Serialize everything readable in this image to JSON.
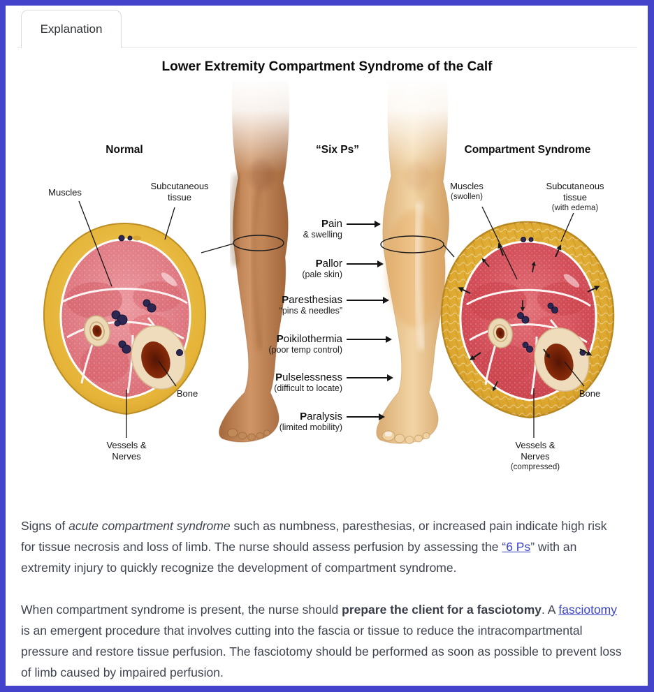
{
  "theme": {
    "frame_color": "#4344cb",
    "link_color": "#3a43c4",
    "body_text_color": "#3e4350"
  },
  "tab": {
    "label": "Explanation"
  },
  "figure": {
    "title": "Lower Extremity Compartment Syndrome of the Calf",
    "sections": {
      "normal": {
        "heading": "Normal",
        "muscles": "Muscles",
        "subcutaneous": "Subcutaneous tissue",
        "bone": "Bone",
        "vessels": "Vessels & Nerves"
      },
      "six_ps": {
        "heading": "“Six Ps”",
        "items": [
          {
            "term": "Pain",
            "detail": "& swelling"
          },
          {
            "term": "Pallor",
            "detail": "(pale skin)"
          },
          {
            "term": "Paresthesias",
            "detail": "“pins & needles”"
          },
          {
            "term": "Poikilothermia",
            "detail": "(poor temp control)"
          },
          {
            "term": "Pulselessness",
            "detail": "(difficult to locate)"
          },
          {
            "term": "Paralysis",
            "detail": "(limited mobility)"
          }
        ]
      },
      "syndrome": {
        "heading": "Compartment Syndrome",
        "muscles": "Muscles",
        "muscles_note": "(swollen)",
        "subcutaneous": "Subcutaneous tissue",
        "subcutaneous_note": "(with edema)",
        "bone": "Bone",
        "vessels": "Vessels & Nerves",
        "vessels_note": "(compressed)"
      }
    }
  },
  "explanation": {
    "paragraph1": [
      {
        "t": "Signs of "
      },
      {
        "t": "acute compartment syndrome",
        "s": "i"
      },
      {
        "t": " such as numbness, paresthesias, or increased pain indicate high risk for tissue necrosis and loss of limb. The nurse should assess perfusion by assessing the "
      },
      {
        "t": "“6 Ps",
        "s": "a",
        "name": "link-6-ps"
      },
      {
        "t": "” with an extremity injury to quickly recognize the development of compartment syndrome."
      }
    ],
    "paragraph2": [
      {
        "t": "When compartment syndrome is present, the nurse should "
      },
      {
        "t": "prepare the client for a fasciotomy",
        "s": "b"
      },
      {
        "t": ". A "
      },
      {
        "t": "fasciotomy",
        "s": "a",
        "name": "link-fasciotomy"
      },
      {
        "t": " is an emergent procedure that involves cutting into the fascia or tissue to reduce the intracompartmental pressure and restore tissue perfusion. The fasciotomy should be performed as soon as possible to prevent loss of limb caused by impaired perfusion."
      }
    ]
  }
}
